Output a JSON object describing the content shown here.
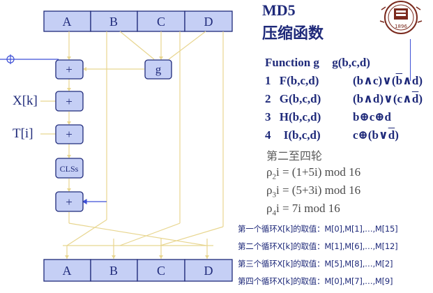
{
  "title": {
    "main": "MD5",
    "sub": "压缩函数"
  },
  "registers_top": [
    "A",
    "B",
    "C",
    "D"
  ],
  "registers_bottom": [
    "A",
    "B",
    "C",
    "D"
  ],
  "ops": {
    "plus": "+",
    "g": "g",
    "cls": "CLSs"
  },
  "inputs": {
    "xk": "X[k]",
    "ti": "T[i]"
  },
  "functions": {
    "header": {
      "name": "Function g",
      "expr": "g(b,c,d)"
    },
    "rows": [
      {
        "num": "1",
        "name": "F(b,c,d)",
        "expr_parts": [
          "(b∧c)∨(",
          "b",
          "∧d)"
        ]
      },
      {
        "num": "2",
        "name": "G(b,c,d)",
        "expr_parts": [
          "(b∧d)∨(c∧",
          "d",
          ")"
        ]
      },
      {
        "num": "3",
        "name": "H(b,c,d)",
        "expr_parts": [
          "b⊕c⊕d",
          "",
          ""
        ]
      },
      {
        "num": "4",
        "name": "I(b,c,d)",
        "expr_parts": [
          "c⊕(b∨",
          "d",
          ")"
        ]
      }
    ]
  },
  "rounds_label": "第二至四轮",
  "rho": [
    {
      "sub": "2",
      "rest": "i = (1+5i) mod 16"
    },
    {
      "sub": "3",
      "rest": "i = (5+3i) mod 16"
    },
    {
      "sub": "4",
      "rest": "i = 7i mod 16"
    }
  ],
  "rho_symbol": "ρ",
  "cycles": [
    "第一个循环X[k]的取值：M[0],M[1],…,M[15]",
    "第二个循环X[k]的取值：M[1],M[6],…,M[12]",
    "第三个循环X[k]的取值：M[5],M[8],…,M[2]",
    "第四个循环X[k]的取值：M[0],M[7],…,M[9]"
  ],
  "colors": {
    "register_fill": "#c5cff5",
    "register_stroke": "#1f2a7a",
    "op_fill": "#c5cff5",
    "wire": "#e8d690",
    "text_dark": "#1f2a7a",
    "accent_line": "#3d4fd6"
  },
  "seal": {
    "year": "1896"
  }
}
